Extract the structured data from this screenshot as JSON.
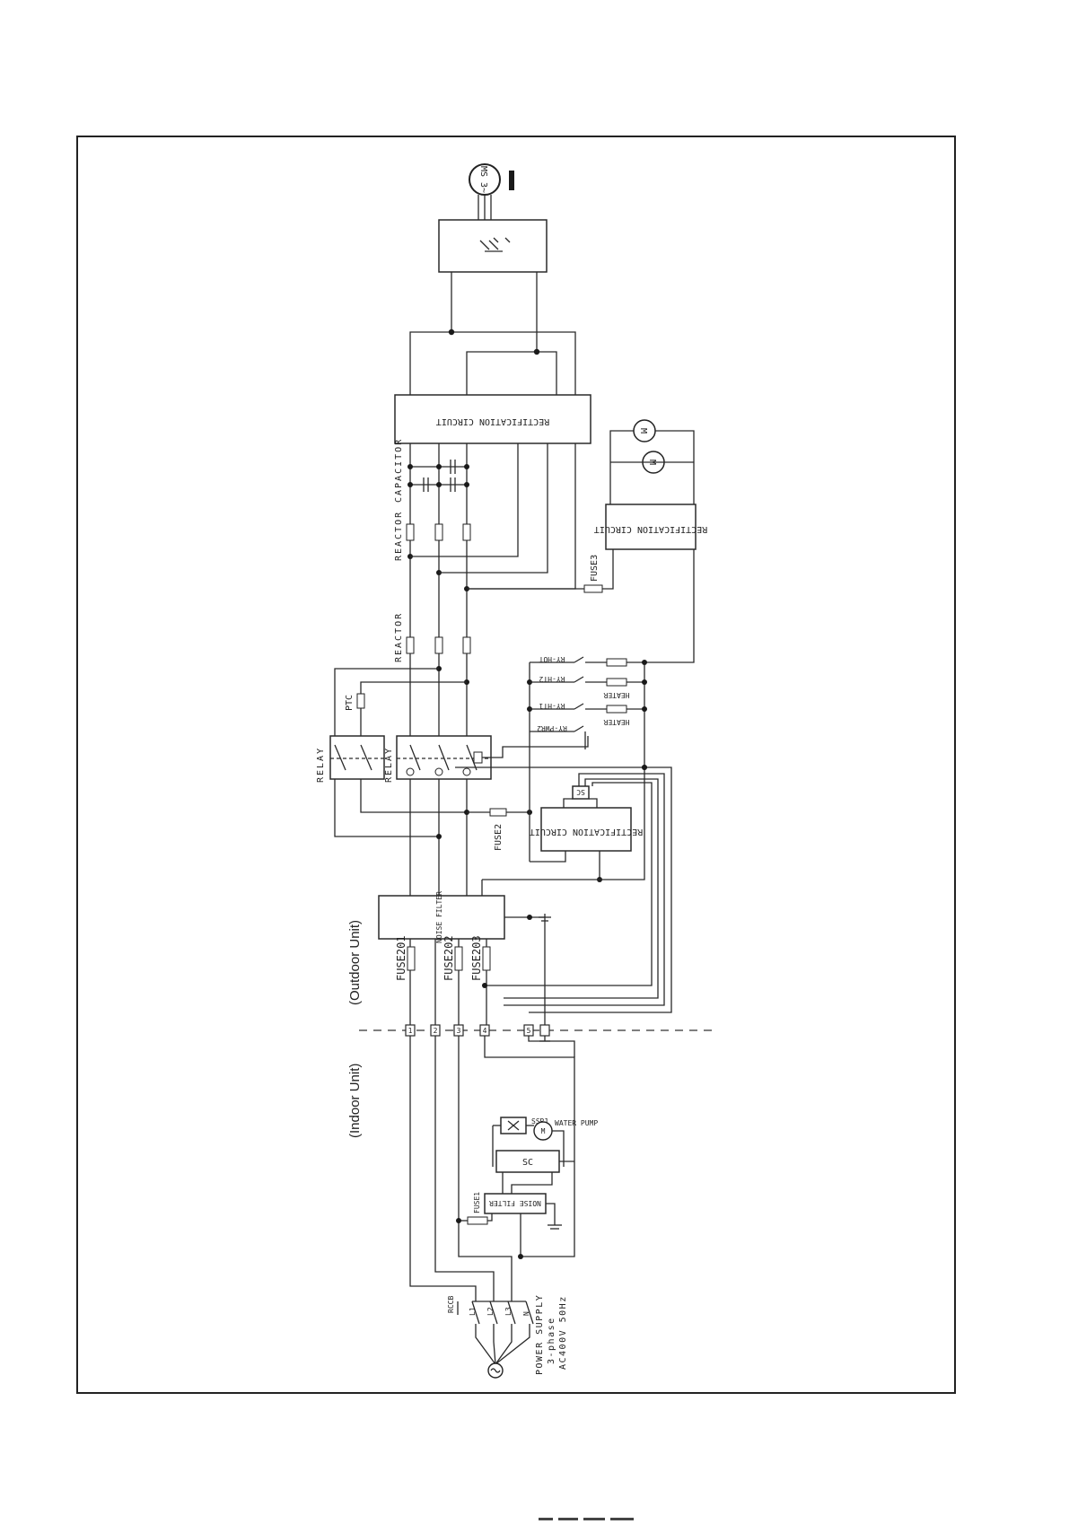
{
  "labels": {
    "motor": "MS 3~",
    "rect_main": "RECTIFICATION CIRCUIT",
    "capacitor": "CAPACITOR",
    "reactor_top": "REACTOR",
    "reactor": "REACTOR",
    "ptc": "PTC",
    "relay_1": "RELAY",
    "relay_2": "RELAY",
    "fuse2": "FUSE2",
    "fuse3": "FUSE3",
    "rect_fan": "RECTIFICATION CIRCUIT",
    "rect_ctrl": "RECTIFICATION CIRCUIT",
    "sc_small": "SC",
    "fan_motor_1": "M",
    "fan_motor_2": "M",
    "ry_hot": "RY-HOT",
    "ry_ht2": "RY-HT2",
    "ry_ht1": "RY-HT1",
    "ry_pwr2": "RY-PWR2",
    "heater_1": "HEATER",
    "heater_2": "HEATER",
    "noise_filter_out": "NOISE FILTER",
    "fuse201": "FUSE201",
    "fuse202": "FUSE202",
    "fuse203": "FUSE203",
    "outdoor_unit": "(Outdoor Unit)",
    "indoor_unit": "(Indoor Unit)",
    "terminal_1": "1",
    "terminal_2": "2",
    "terminal_3": "3",
    "terminal_4": "4",
    "terminal_5": "5",
    "ssr1": "SSR1",
    "water_pump": "WATER PUMP",
    "pump_motor": "M",
    "sc_indoor": "SC",
    "fuse1": "FUSE1",
    "noise_filter_in": "NOISE FILTER",
    "rccb": "RCCB",
    "l1": "L1",
    "l2": "L2",
    "l3": "L3",
    "n": "N",
    "power_supply_1": "POWER SUPPLY",
    "power_supply_2": "3-phase",
    "power_supply_3": "AC400V 50Hz"
  }
}
